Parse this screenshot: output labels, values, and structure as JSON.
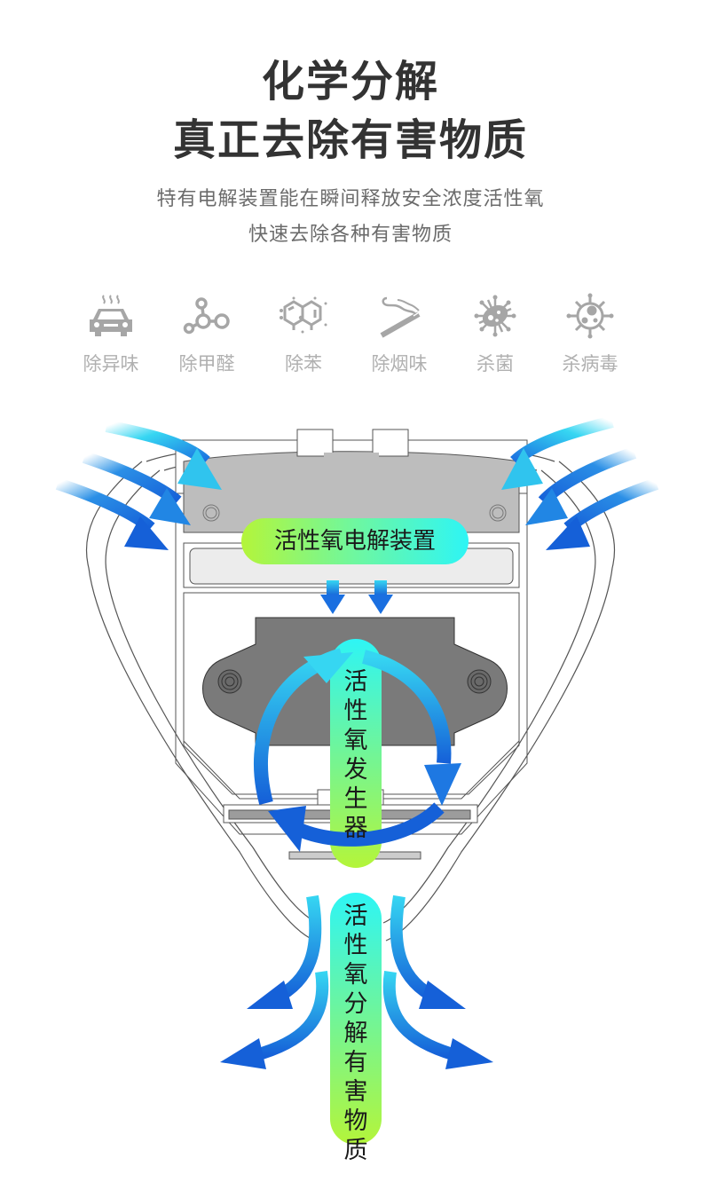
{
  "header": {
    "title_line1": "化学分解",
    "title_line2": "真正去除有害物质",
    "subtitle_line1": "特有电解装置能在瞬间释放安全浓度活性氧",
    "subtitle_line2": "快速去除各种有害物质"
  },
  "features": [
    {
      "icon": "car-odor-icon",
      "label": "除异味"
    },
    {
      "icon": "molecule-icon",
      "label": "除甲醛"
    },
    {
      "icon": "benzene-icon",
      "label": "除苯"
    },
    {
      "icon": "cigarette-icon",
      "label": "除烟味"
    },
    {
      "icon": "bacteria-icon",
      "label": "杀菌"
    },
    {
      "icon": "virus-icon",
      "label": "杀病毒"
    }
  ],
  "diagram": {
    "electrolysis_label": "活性氧电解装置",
    "generator_label": [
      "活",
      "性",
      "氧",
      "发",
      "生",
      "器"
    ],
    "decompose_label": [
      "活",
      "性",
      "氧",
      "分",
      "解",
      "有",
      "害",
      "物",
      "质"
    ]
  },
  "colors": {
    "arrow_light": "#35d4f0",
    "arrow_dark": "#1560d8",
    "pill_green": "#b4f53a",
    "pill_cyan": "#2ef5f5",
    "device_grey": "#bdbdbd",
    "block_grey": "#7a7a7a",
    "title": "#333333",
    "icon_grey": "#a6a6a6"
  }
}
